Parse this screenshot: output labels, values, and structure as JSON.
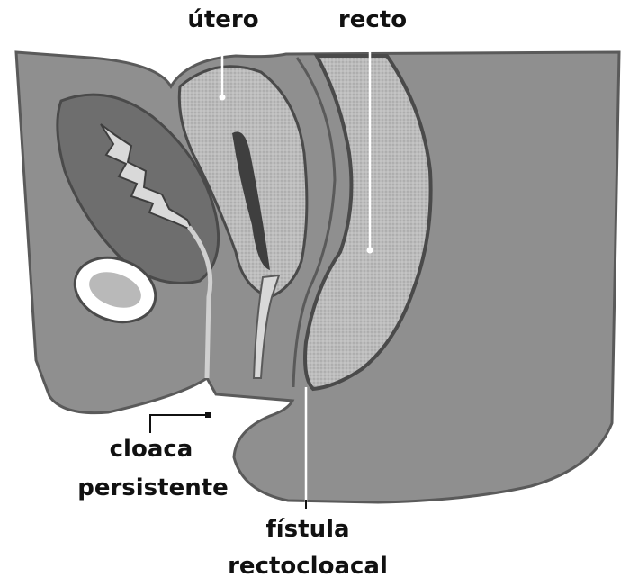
{
  "labels": {
    "utero": "útero",
    "recto": "recto",
    "cloaca_line1": "cloaca",
    "cloaca_line2": "persistente",
    "fistula_line1": "fístula",
    "fistula_line2": "rectocloacal"
  },
  "colors": {
    "body_fill": "#8f8f8f",
    "outline": "#5a5a5a",
    "organ_dark": "#6e6e6e",
    "organ_light": "#c9c9c9",
    "rectum_fill": "#bdbdbd",
    "leader_line": "#ffffff",
    "text": "#111111"
  }
}
